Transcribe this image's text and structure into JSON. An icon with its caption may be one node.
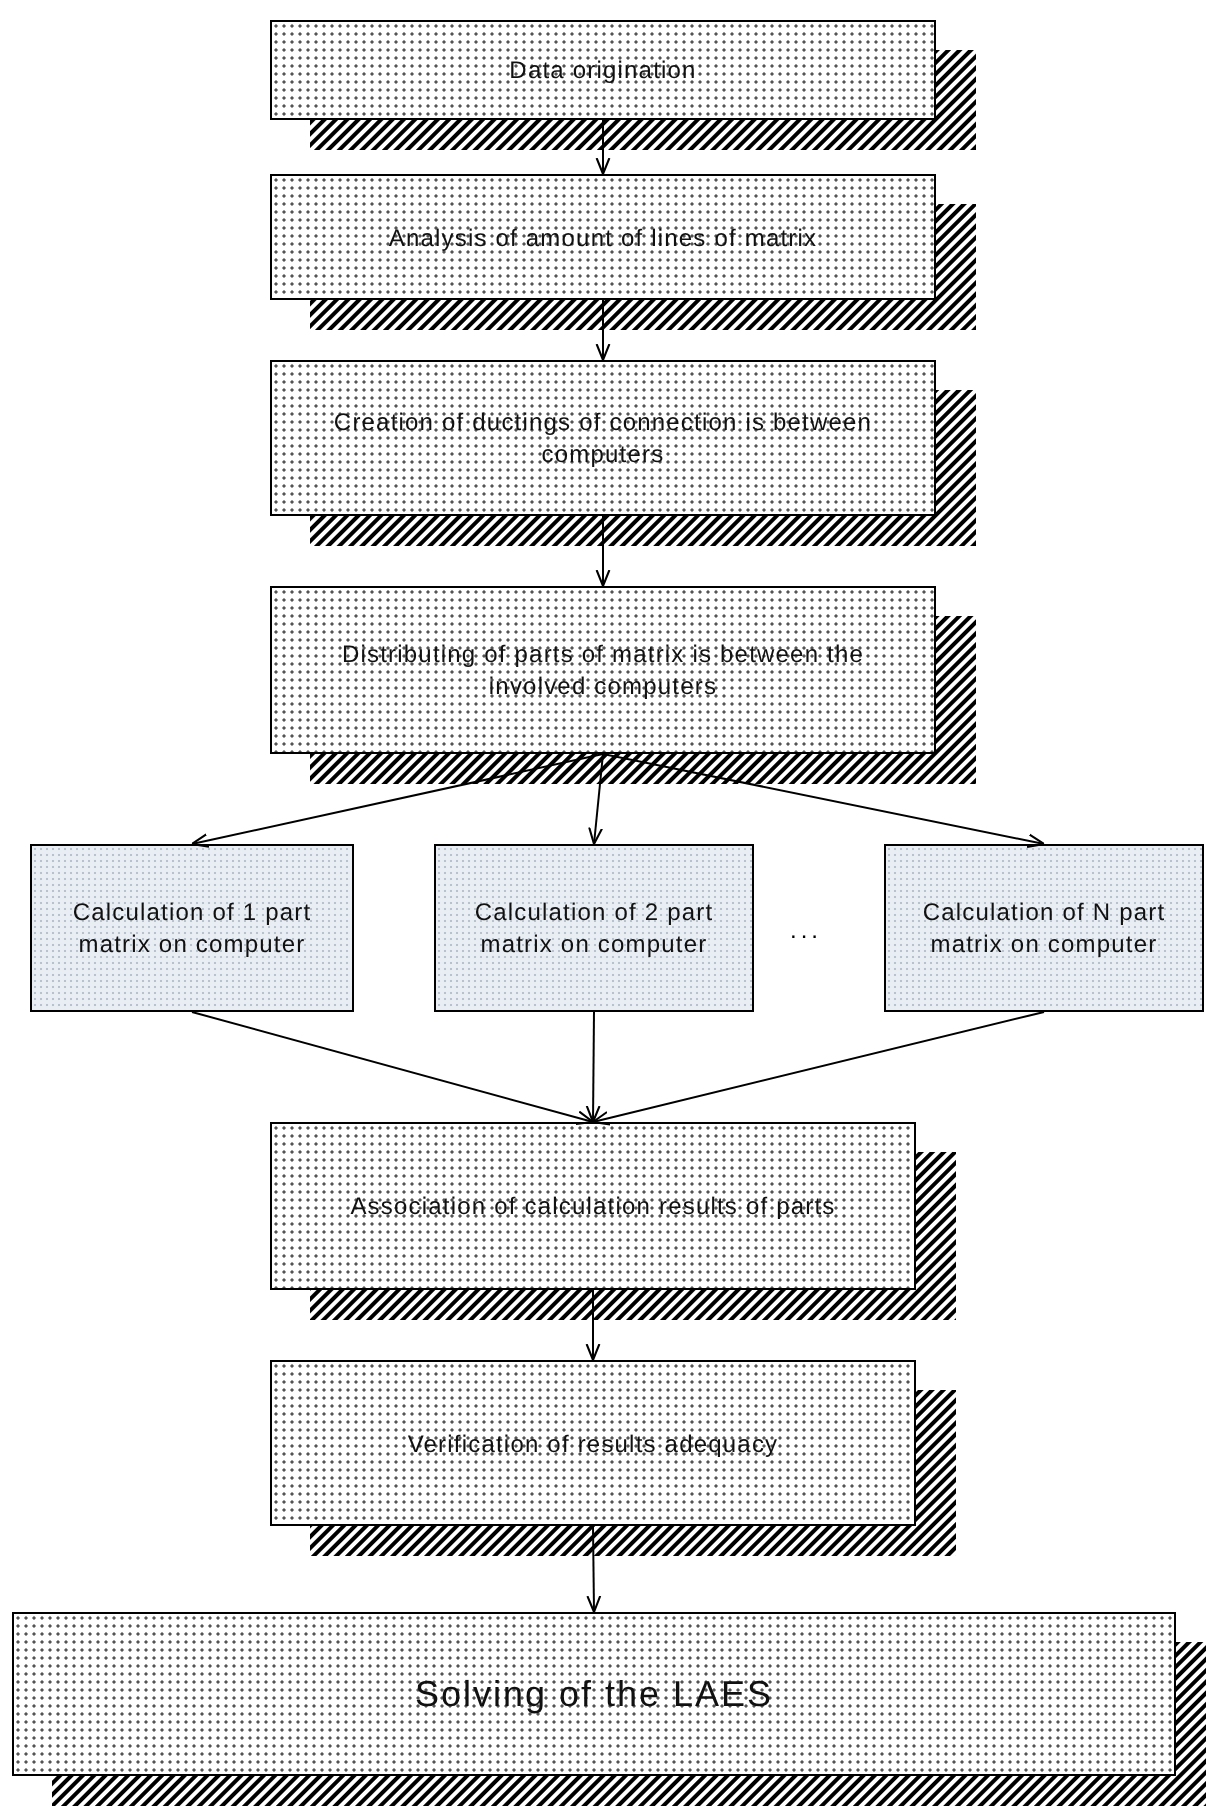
{
  "diagram": {
    "nodes": [
      {
        "text": [
          "Data origination"
        ]
      },
      {
        "text": [
          "Analysis of amount of lines of matrix"
        ]
      },
      {
        "text": [
          "Creation of ductings of connection is between computers"
        ]
      },
      {
        "text": [
          "Distributing of parts of matrix is between the involved computers"
        ]
      },
      {
        "text": [
          "Calculation of 1 part matrix on computer"
        ]
      },
      {
        "text": [
          "Calculation of 2 part matrix on computer"
        ]
      },
      {
        "text": [
          "Calculation of N part matrix on computer"
        ]
      },
      {
        "text": [
          "Association of calculation results of parts"
        ]
      },
      {
        "text": [
          "Verification of results adequacy"
        ]
      },
      {
        "text": [
          "Solving of the LAES"
        ]
      }
    ],
    "edges": [
      {
        "from": 0,
        "to": 1,
        "arrow": "to"
      },
      {
        "from": 1,
        "to": 2,
        "arrow": "to"
      },
      {
        "from": 2,
        "to": 3,
        "arrow": "to"
      },
      {
        "from": 3,
        "to": 4,
        "arrow": "to"
      },
      {
        "from": 3,
        "to": 5,
        "arrow": "to"
      },
      {
        "from": 3,
        "to": 6,
        "arrow": "to"
      },
      {
        "from": 4,
        "to": 7,
        "arrow": "to"
      },
      {
        "from": 5,
        "to": 7,
        "arrow": "to"
      },
      {
        "from": 6,
        "to": 7,
        "arrow": "to"
      },
      {
        "from": 7,
        "to": 8,
        "arrow": "to"
      },
      {
        "from": 8,
        "to": 9,
        "arrow": "to"
      }
    ],
    "labels": [
      "..."
    ]
  }
}
